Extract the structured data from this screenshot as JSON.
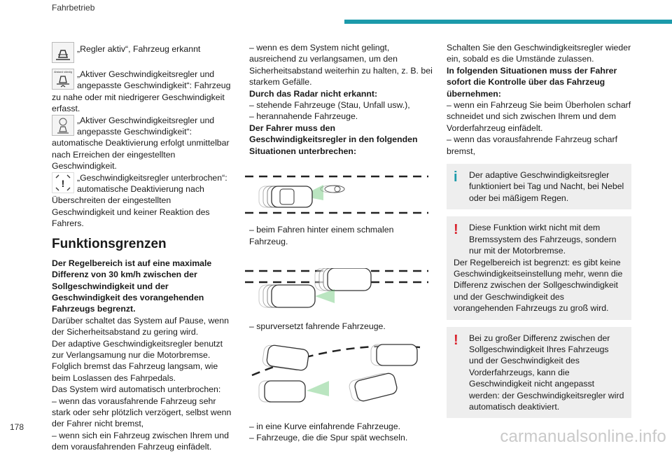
{
  "header": {
    "section": "Fahrbetrieb",
    "accent_color": "#1b9aaa"
  },
  "page_number": "178",
  "watermark": "carmanualsonline.info",
  "col1": {
    "indicators": [
      {
        "icon": "vehicle-detected-icon",
        "text": "„Regler aktiv“, Fahrzeug erkannt",
        "icon_label": ""
      },
      {
        "icon": "vehicle-too-close-icon",
        "text": "„Aktiver Geschwindigkeitsregler und angepasste Geschwindigkeit“: Fahrzeug zu nahe oder mit niedrigerer Geschwindigkeit erfasst.",
        "icon_label": "Abstand ständig"
      },
      {
        "icon": "auto-deactivation-icon",
        "text": "„Aktiver Geschwindigkeitsregler und angepasste Geschwindigkeit“: automatische Deaktivierung erfolgt unmittelbar nach Erreichen der eingestellten Geschwindigkeit.",
        "icon_label": ""
      },
      {
        "icon": "regulator-interrupted-icon",
        "text": "„Geschwindigkeitsregler unterbrochen“: automatische Deaktivierung nach Überschreiten der eingestellten Geschwindigkeit und keiner Reaktion des Fahrers.",
        "icon_label": ""
      }
    ],
    "heading": "Funktionsgrenzen",
    "bold_intro": "Der Regelbereich ist auf eine maximale Differenz von 30 km/h zwischen der Sollgeschwindigkeit und der Geschwindigkeit des vorangehenden Fahrzeugs begrenzt.",
    "paragraphs": [
      "Darüber schaltet das System auf Pause, wenn der Sicherheitsabstand zu gering wird.",
      "Der adaptive Geschwindigkeitsregler benutzt zur Verlangsamung nur die Motorbremse.",
      "Folglich bremst das Fahrzeug langsam, wie beim Loslassen des Fahrpedals.",
      "Das System wird automatisch unterbrochen:",
      "– wenn das vorausfahrende Fahrzeug sehr stark oder sehr plötzlich verzögert, selbst wenn der Fahrer nicht bremst,",
      "– wenn sich ein Fahrzeug zwischen Ihrem und dem vorausfahrenden Fahrzeug einfädelt."
    ]
  },
  "col2": {
    "items": [
      "– wenn es dem System nicht gelingt, ausreichend zu verlangsamen, um den Sicherheitsabstand weiterhin zu halten, z. B. bei starkem Gefälle."
    ],
    "bold1": "Durch das Radar nicht erkannt:",
    "items2": [
      "– stehende Fahrzeuge (Stau, Unfall usw.),",
      "– herannahende Fahrzeuge."
    ],
    "bold2": "Der Fahrer muss den Geschwindigkeitsregler in den folgenden Situationen unterbrechen:",
    "captions": [
      "– beim Fahren hinter einem schmalen Fahrzeug.",
      "– spurversetzt fahrende Fahrzeuge.",
      "– in eine Kurve einfahrende Fahrzeuge.",
      "– Fahrzeuge, die die Spur spät wechseln."
    ]
  },
  "col3": {
    "intro": "Schalten Sie den Geschwindigkeitsregler wieder ein, sobald es die Umstände zulassen.",
    "bold": "In folgenden Situationen muss der Fahrer sofort die Kontrolle über das Fahrzeug übernehmen:",
    "items": [
      "– wenn ein Fahrzeug Sie beim Überholen scharf schneidet und sich zwischen Ihrem und dem Vorderfahrzeug einfädelt.",
      "– wenn das vorausfahrende Fahrzeug scharf bremst,"
    ],
    "notes": [
      {
        "type": "info",
        "icon": "info-icon",
        "marker": "i",
        "color": "#1b9aaa",
        "lines": [
          "Der adaptive Geschwindigkeitsregler funktioniert bei Tag und Nacht, bei Nebel oder bei mäßigem Regen."
        ]
      },
      {
        "type": "warning",
        "icon": "warning-icon",
        "marker": "!",
        "color": "#d9232d",
        "lines": [
          "Diese Funktion wirkt nicht mit dem Bremssystem des Fahrzeugs, sondern nur mit der Motorbremse.",
          "Der Regelbereich ist begrenzt: es gibt keine Geschwindigkeitseinstellung mehr, wenn die Differenz zwischen der Sollgeschwindigkeit und der Geschwindigkeit des vorangehenden Fahrzeugs zu groß wird."
        ]
      },
      {
        "type": "warning",
        "icon": "warning-icon",
        "marker": "!",
        "color": "#d9232d",
        "lines": [
          "Bei zu großer Differenz zwischen der Sollgeschwindigkeit Ihres Fahrzeugs und der Geschwindigkeit des Vorderfahrzeugs, kann die Geschwindigkeit nicht angepasst werden: der Geschwindigkeitsregler wird automatisch deaktiviert."
        ]
      }
    ]
  }
}
